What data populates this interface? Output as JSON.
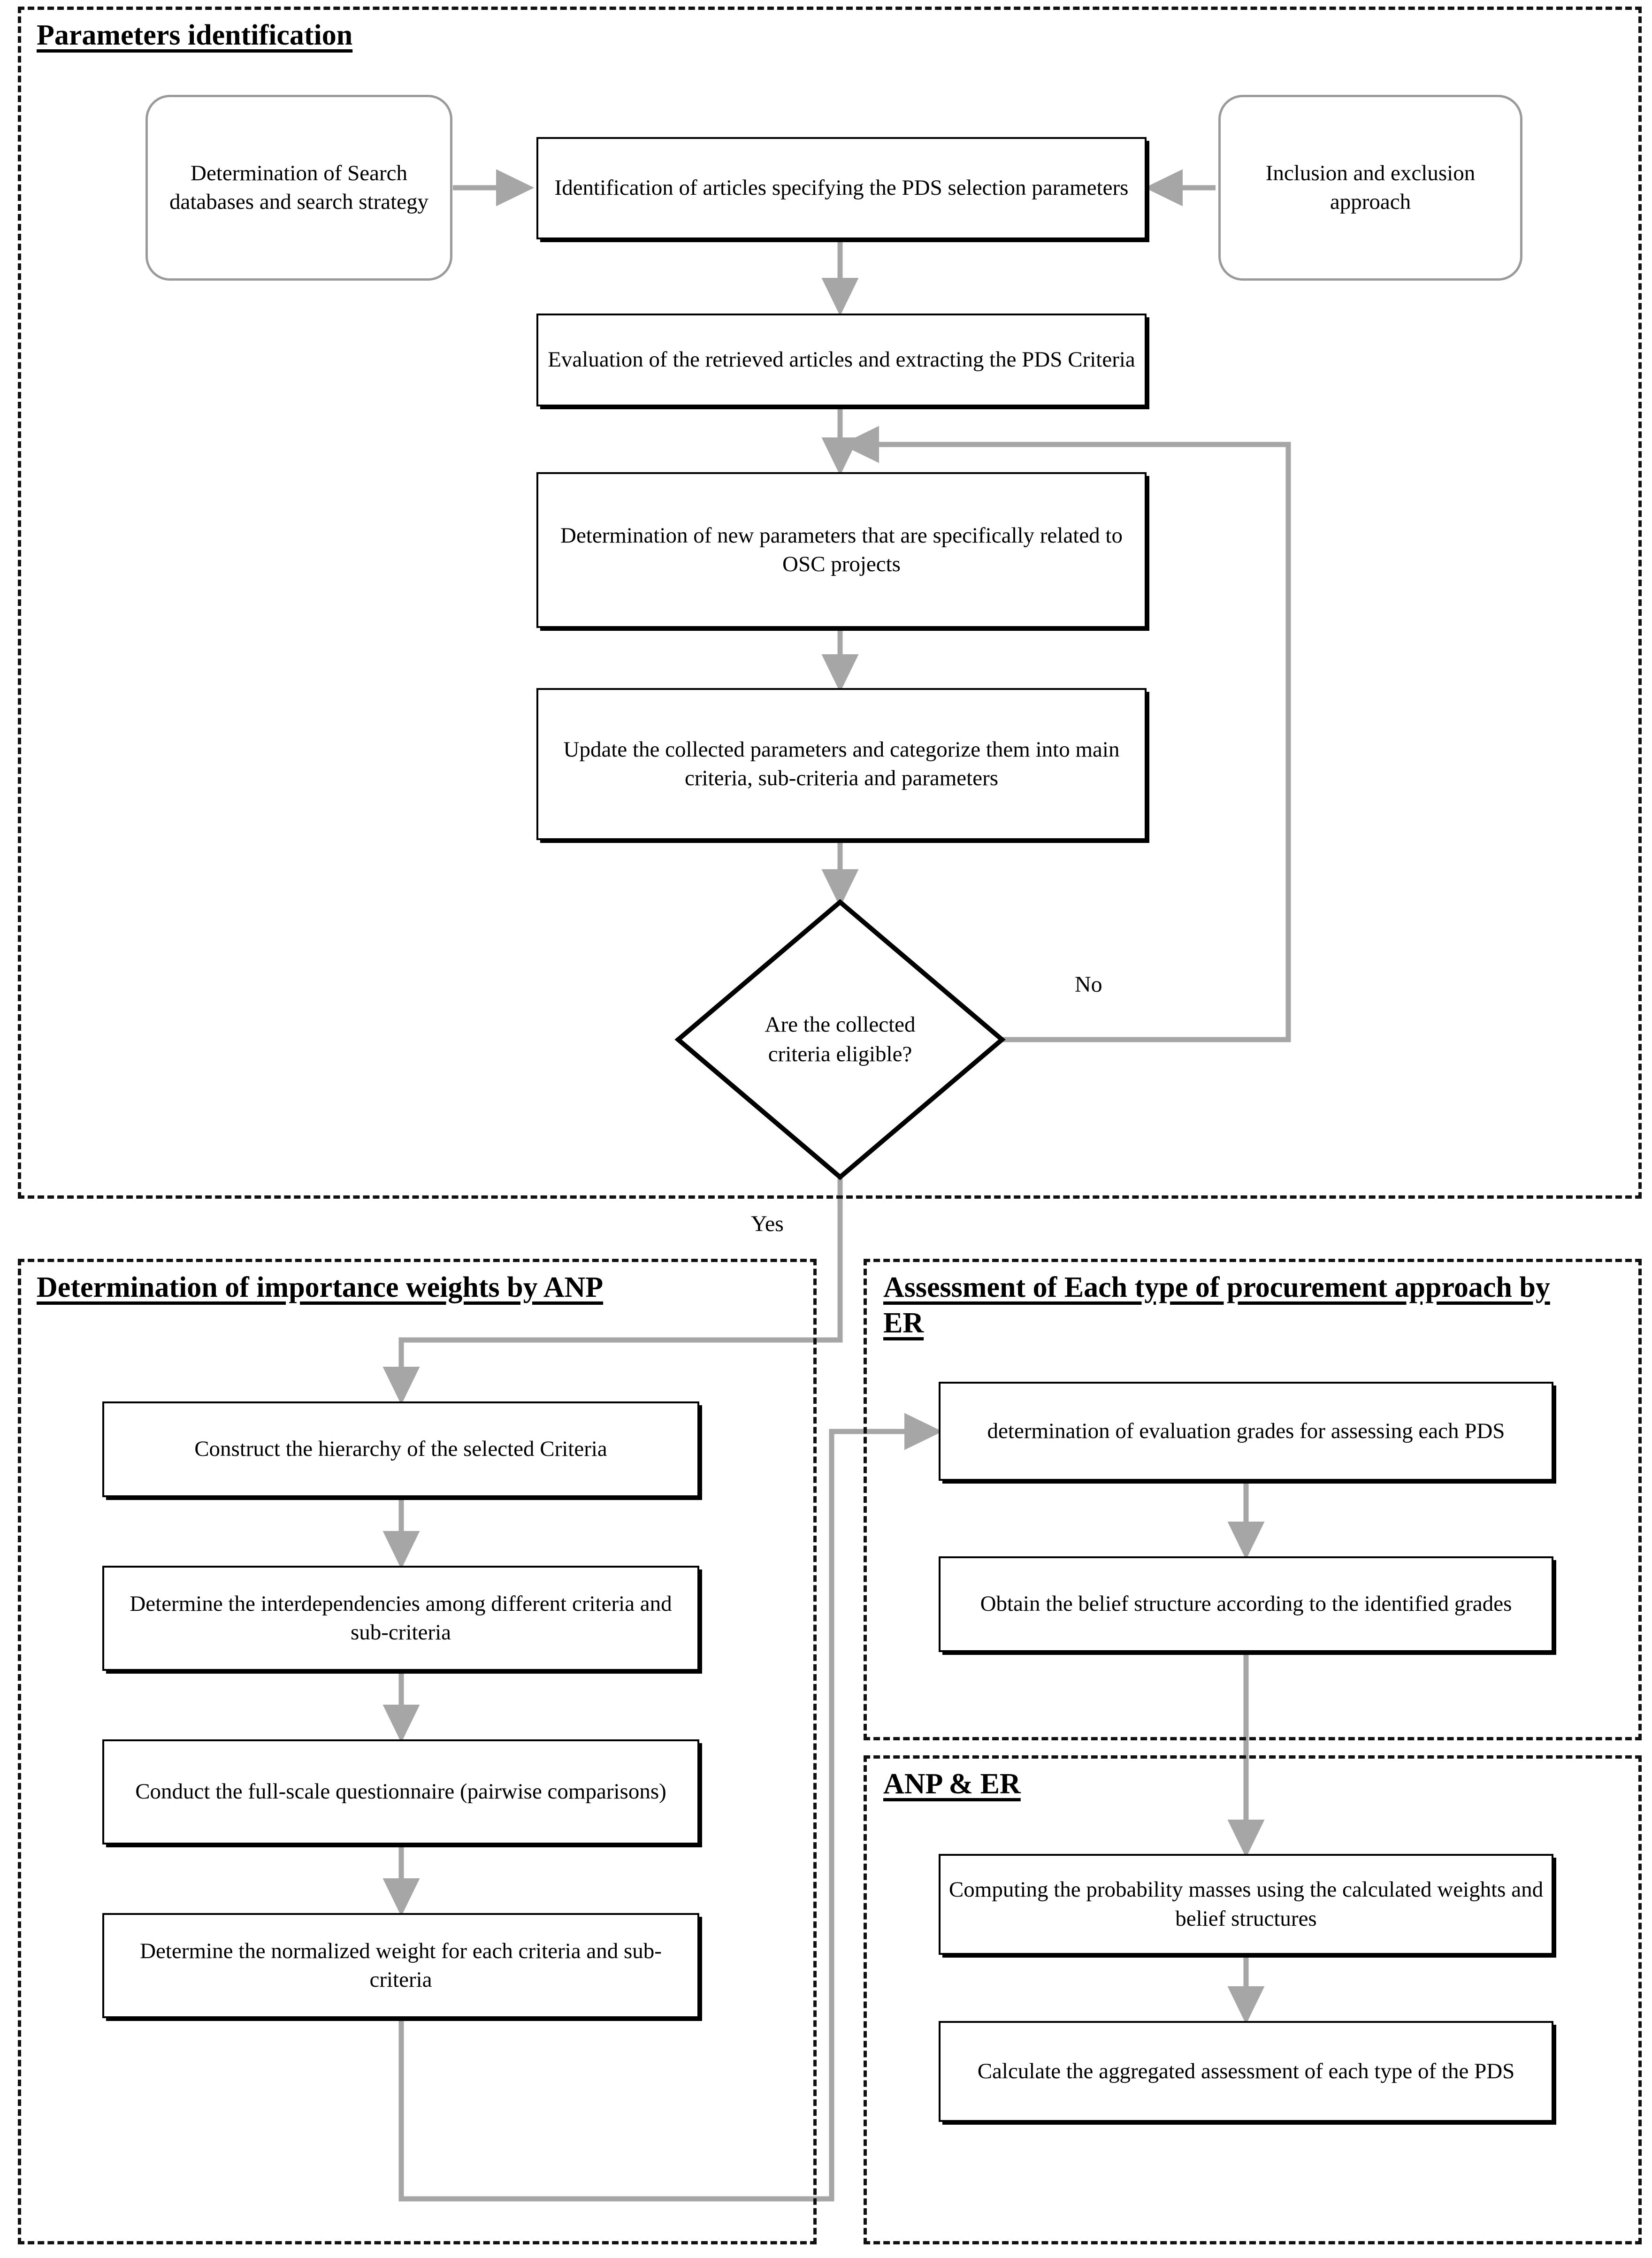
{
  "diagram": {
    "title": "PDS selection research methodology flowchart",
    "colors": {
      "panel_border": "#111111",
      "node_border": "#000000",
      "connector": "#a6a6a6",
      "rounded_node_border": "#9a9a9a",
      "background": "#ffffff"
    }
  },
  "panels": [
    {
      "id": "parameters",
      "title": "Parameters identification"
    },
    {
      "id": "anp",
      "title": "Determination of importance weights by ANP"
    },
    {
      "id": "er",
      "title": "Assessment of Each type of procurement approach by ER"
    },
    {
      "id": "anp_er",
      "title": "ANP & ER"
    }
  ],
  "nodes": [
    {
      "id": "n1",
      "shape": "rounded",
      "text": "Determination of Search databases and search strategy"
    },
    {
      "id": "n2",
      "shape": "rect",
      "text": "Identification of articles specifying the PDS selection parameters"
    },
    {
      "id": "n3",
      "shape": "rounded",
      "text": "Inclusion and exclusion approach"
    },
    {
      "id": "n4",
      "shape": "rect",
      "text": "Evaluation of the retrieved articles and extracting the PDS Criteria"
    },
    {
      "id": "n5",
      "shape": "rect",
      "text": "Determination of new parameters that are specifically related to OSC projects"
    },
    {
      "id": "n6",
      "shape": "rect",
      "text": "Update the collected parameters and categorize them into main criteria, sub-criteria and parameters"
    },
    {
      "id": "n7",
      "shape": "diamond",
      "text": "Are the collected criteria eligible?"
    },
    {
      "id": "n8",
      "shape": "rect",
      "text": "Construct the hierarchy of the selected Criteria"
    },
    {
      "id": "n9",
      "shape": "rect",
      "text": "Determine the interdependencies among different criteria and sub-criteria"
    },
    {
      "id": "n10",
      "shape": "rect",
      "text": "Conduct the full-scale questionnaire (pairwise comparisons)"
    },
    {
      "id": "n11",
      "shape": "rect",
      "text": "Determine the normalized weight for each criteria and sub-criteria"
    },
    {
      "id": "n12",
      "shape": "rect",
      "text": "determination of evaluation grades for assessing each PDS"
    },
    {
      "id": "n13",
      "shape": "rect",
      "text": "Obtain the belief structure according to the identified grades"
    },
    {
      "id": "n14",
      "shape": "rect",
      "text": "Computing the probability masses using the calculated weights and belief structures"
    },
    {
      "id": "n15",
      "shape": "rect",
      "text": "Calculate the aggregated assessment of each type of the PDS"
    }
  ],
  "edge_labels": [
    {
      "id": "e_no",
      "text": "No"
    },
    {
      "id": "e_yes",
      "text": "Yes"
    }
  ]
}
